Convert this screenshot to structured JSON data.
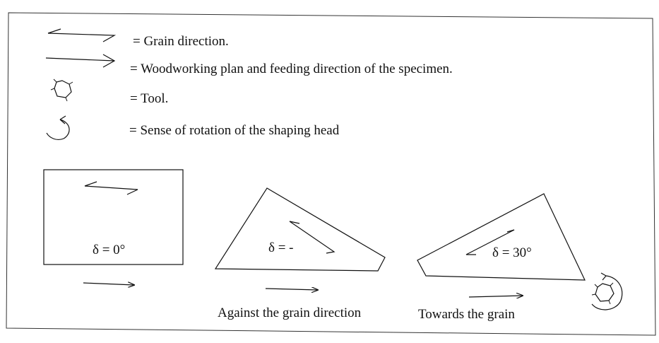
{
  "legend": {
    "items": [
      {
        "icon": "grain-direction-arrow-icon",
        "text": "= Grain direction."
      },
      {
        "icon": "feed-direction-arrow-icon",
        "text": "= Woodworking plan and feeding direction of the specimen."
      },
      {
        "icon": "tool-icon",
        "text": "= Tool."
      },
      {
        "icon": "rotation-arrow-icon",
        "text": "= Sense of rotation of the shaping head"
      }
    ]
  },
  "specimens": [
    {
      "angle_label": "δ = 0°",
      "caption": ""
    },
    {
      "angle_label": "δ = -",
      "caption": "Against the grain direction"
    },
    {
      "angle_label": "δ = 30°",
      "caption": "Towards the grain"
    }
  ],
  "colors": {
    "ink": "#111111",
    "background": "#ffffff"
  }
}
